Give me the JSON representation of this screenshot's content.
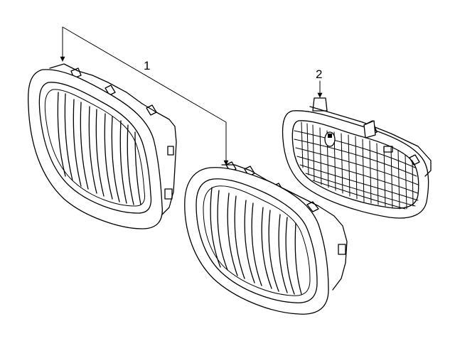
{
  "callouts": [
    {
      "id": "1",
      "label": "1"
    },
    {
      "id": "2",
      "label": "2"
    }
  ],
  "parts": [
    {
      "callout": "1",
      "name": "kidney-grille-left"
    },
    {
      "callout": "1",
      "name": "kidney-grille-right"
    },
    {
      "callout": "2",
      "name": "lower-air-intake-grille"
    }
  ]
}
